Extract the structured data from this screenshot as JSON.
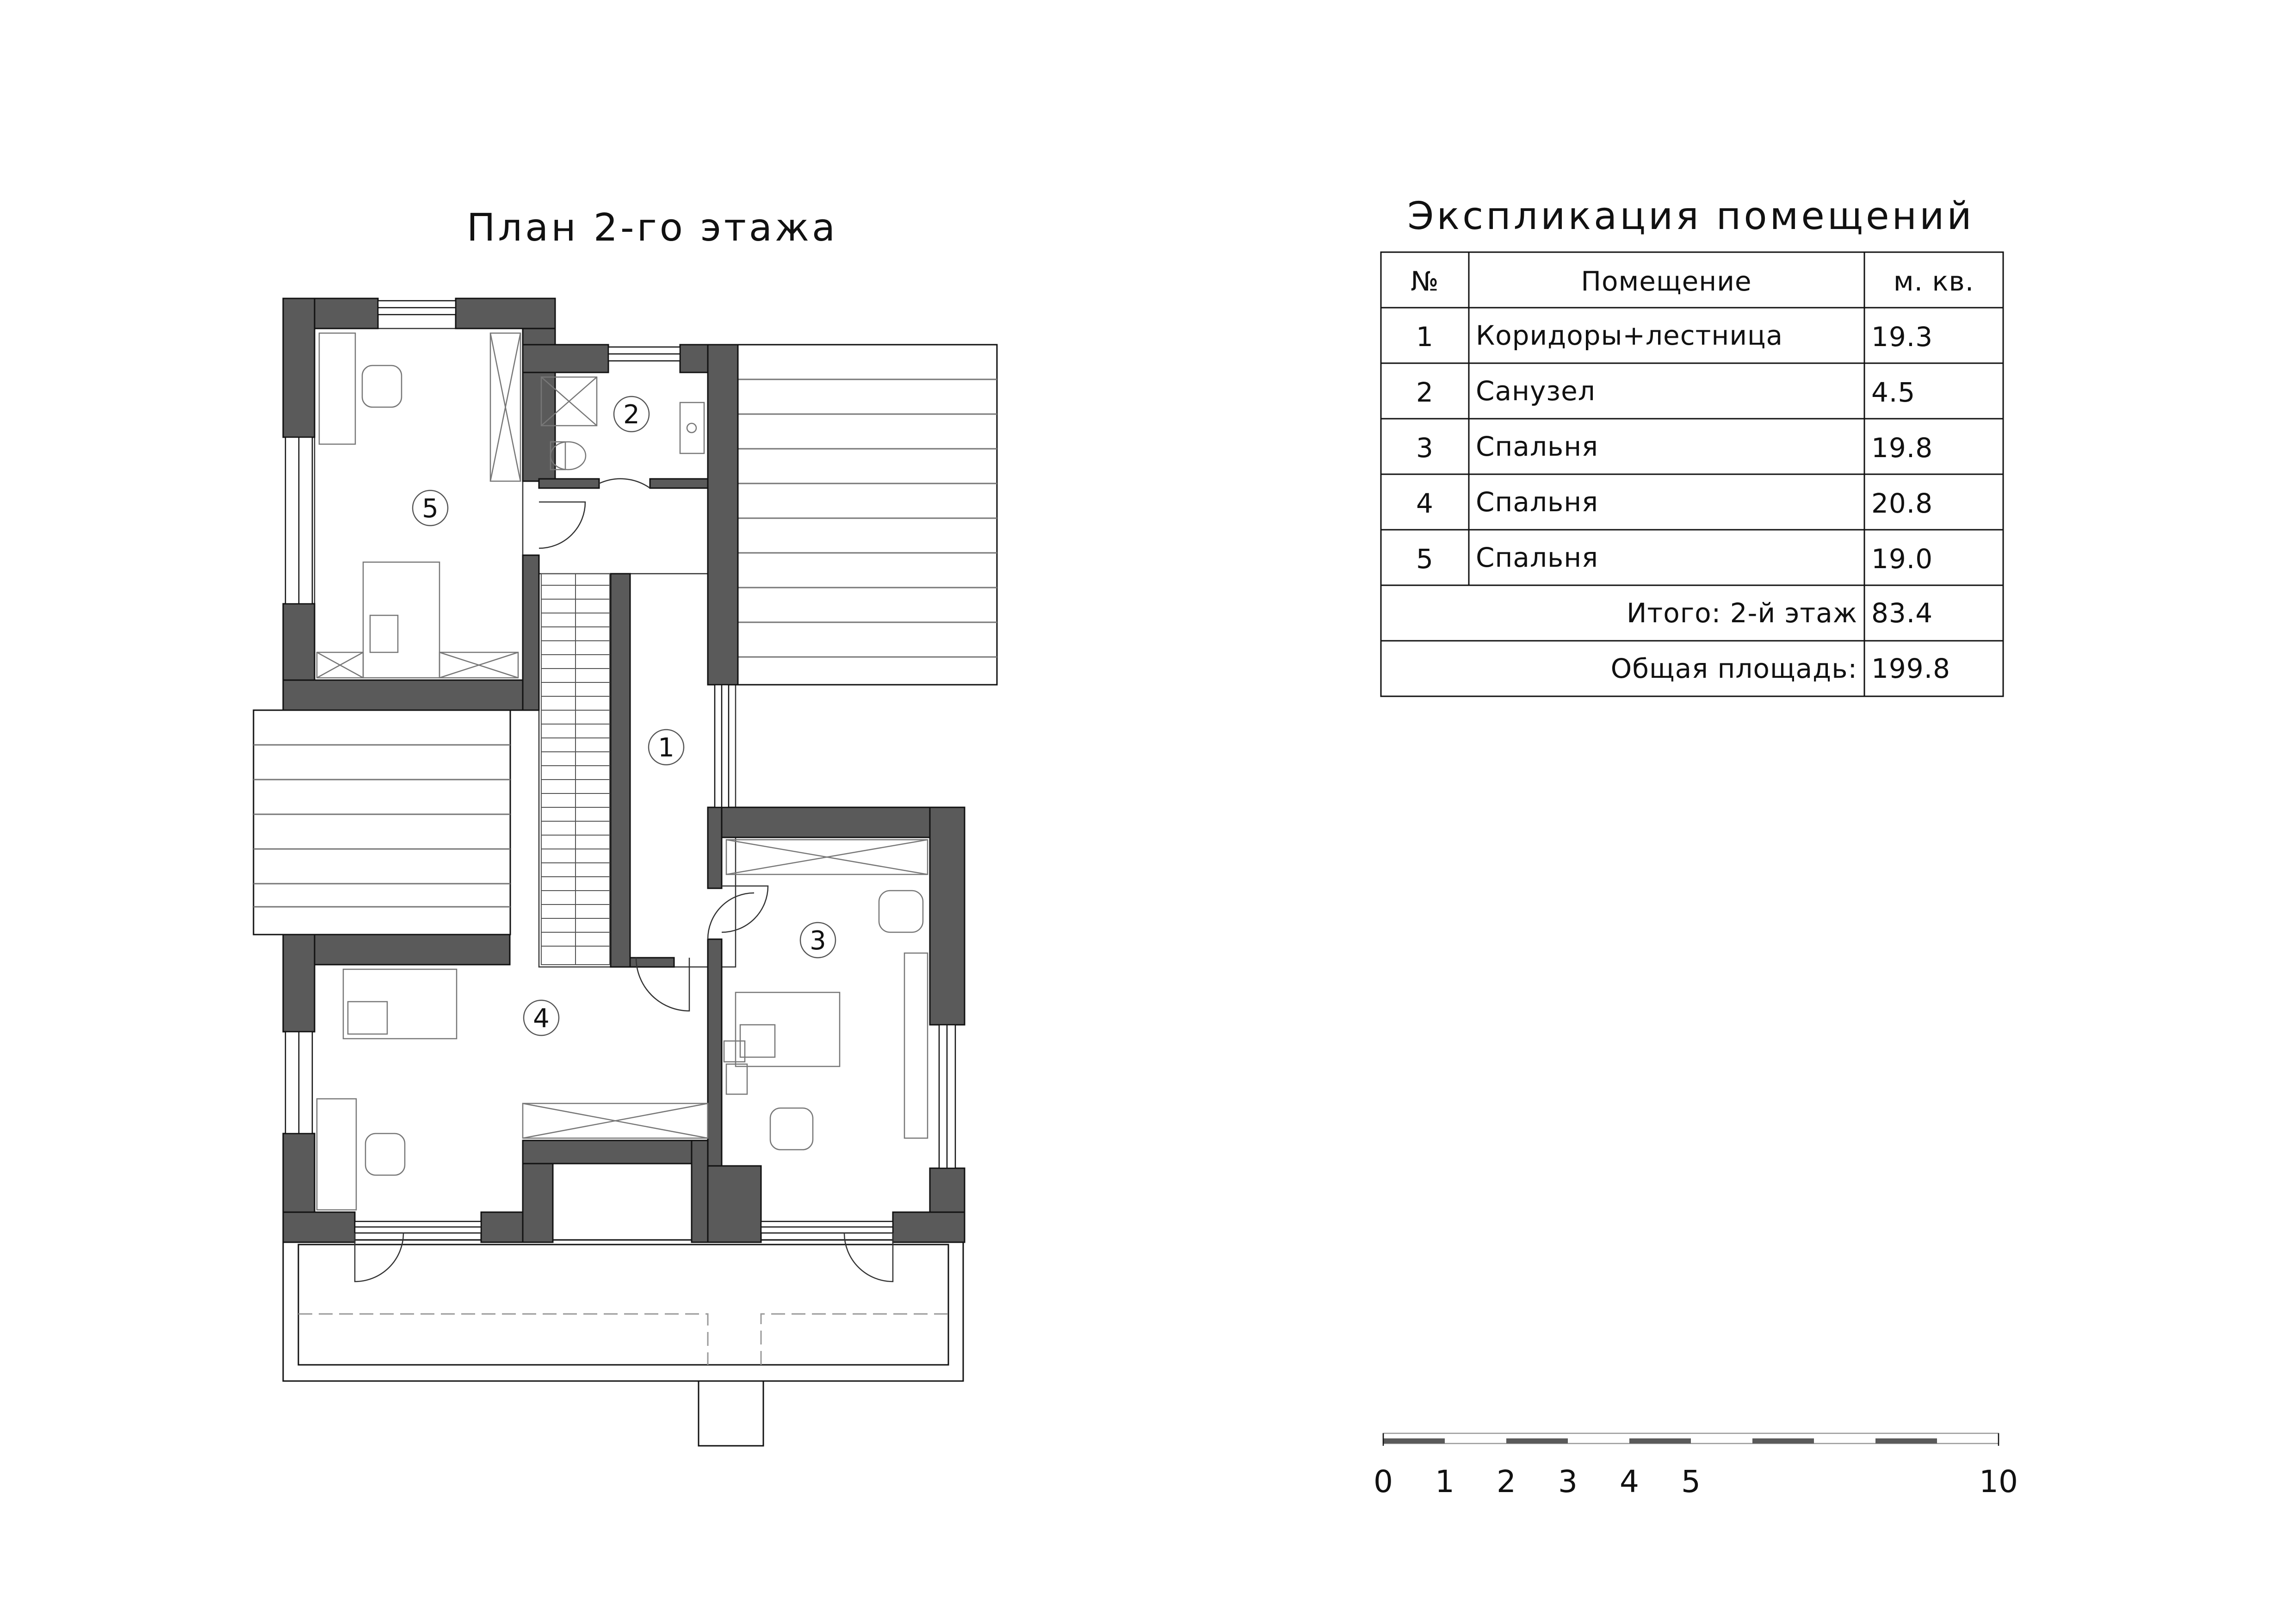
{
  "plan": {
    "title": "План 2-го этажа",
    "rooms": [
      {
        "number": "1"
      },
      {
        "number": "2"
      },
      {
        "number": "3"
      },
      {
        "number": "4"
      },
      {
        "number": "5"
      }
    ]
  },
  "explication": {
    "title": "Экспликация помещений",
    "headers": {
      "number": "№",
      "room": "Помещение",
      "area": "м. кв."
    },
    "rows": [
      {
        "number": "1",
        "name": "Коридоры+лестница",
        "area": "19.3"
      },
      {
        "number": "2",
        "name": "Санузел",
        "area": "4.5"
      },
      {
        "number": "3",
        "name": "Спальня",
        "area": "19.8"
      },
      {
        "number": "4",
        "name": "Спальня",
        "area": "20.8"
      },
      {
        "number": "5",
        "name": "Спальня",
        "area": "19.0"
      }
    ],
    "total_floor": {
      "label": "Итого: 2-й этаж",
      "area": "83.4"
    },
    "total_all": {
      "label": "Общая площадь:",
      "area": "199.8"
    }
  },
  "scale_bar": {
    "labels": [
      "0",
      "1",
      "2",
      "3",
      "4",
      "5",
      "10"
    ]
  },
  "colors": {
    "wall": "#5a5a5a",
    "line": "#111111",
    "light_line": "#9a9a9a"
  }
}
